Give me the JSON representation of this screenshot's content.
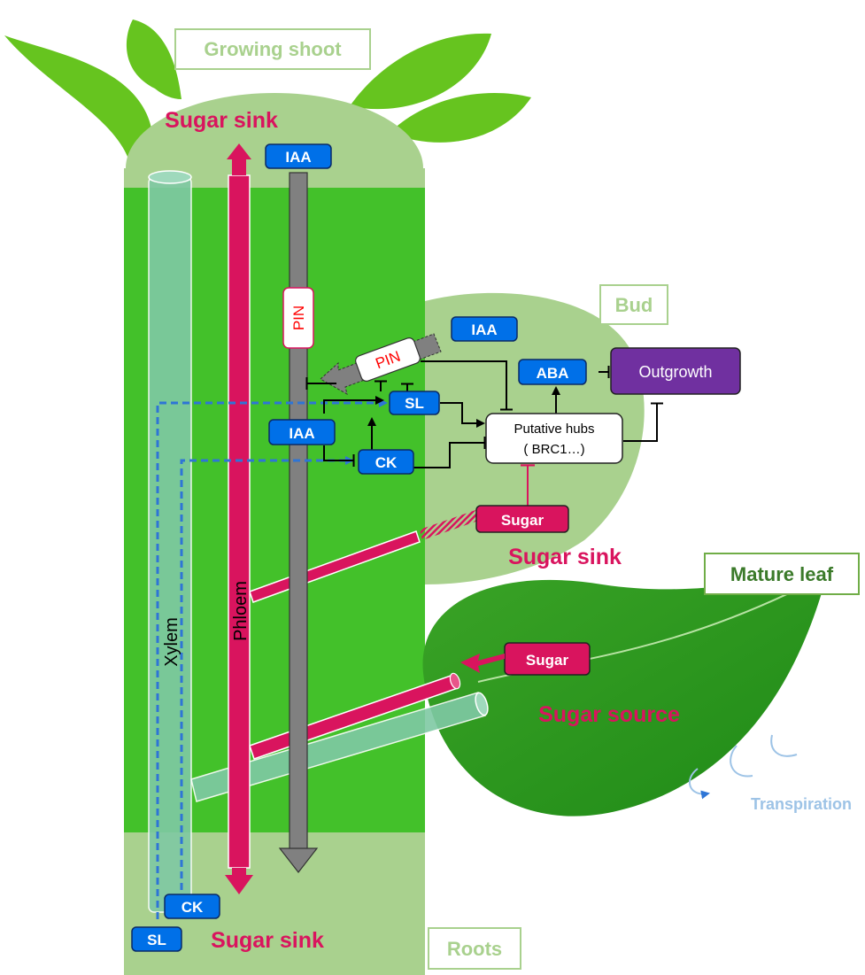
{
  "regions": {
    "growing_shoot": "Growing shoot",
    "bud": "Bud",
    "mature_leaf": "Mature leaf",
    "roots": "Roots"
  },
  "vessels": {
    "xylem": "Xylem",
    "phloem": "Phloem"
  },
  "labels": {
    "sugar_sink_top": "Sugar sink",
    "sugar_sink_bud": "Sugar sink",
    "sugar_sink_bottom": "Sugar sink",
    "sugar_source": "Sugar source",
    "transpiration": "Transpiration"
  },
  "boxes": {
    "iaa_top": "IAA",
    "pin_stem": "PIN",
    "pin_bud": "PIN",
    "iaa_bud": "IAA",
    "aba": "ABA",
    "outgrowth": "Outgrowth",
    "sl_bud": "SL",
    "iaa_stem": "IAA",
    "ck_bud": "CK",
    "hubs_line1": "Putative hubs",
    "hubs_line2": "( BRC1…)",
    "sugar_bud": "Sugar",
    "sugar_leaf": "Sugar",
    "ck_root": "CK",
    "sl_root": "SL"
  },
  "colors": {
    "stem": "#43c12a",
    "pale_green": "#a9d18e",
    "leaf_dark": "#279b1d",
    "magenta": "#d9145e",
    "blue_box": "#0070e8",
    "purple": "#7030a0",
    "grey": "#808080"
  }
}
